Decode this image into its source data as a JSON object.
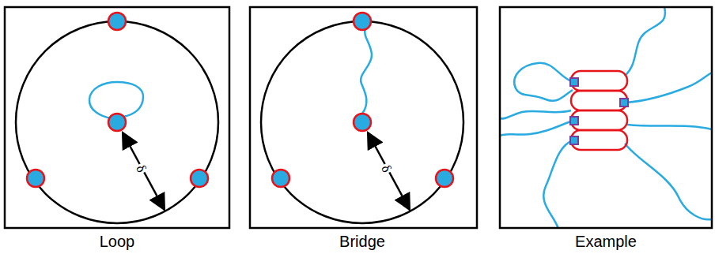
{
  "diagram": {
    "labels": [
      "δ",
      "Loop",
      "δ",
      "Bridge",
      "Example"
    ]
  }
}
